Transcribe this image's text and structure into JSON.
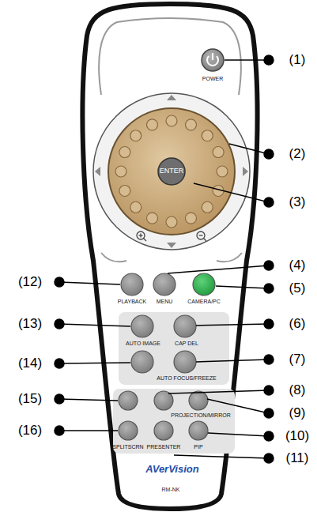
{
  "diagram": {
    "labels": [
      "POWER",
      "ENTER",
      "PLAYBACK",
      "MENU",
      "CAMERA/PC",
      "AUTO IMAGE",
      "CAP DEL",
      "AUTO FOCUS/FREEZE",
      "PROJECTION/MIRROR",
      "SPLITSCRN",
      "PRESENTER",
      "PIP",
      "AVerVision",
      "RM-NK",
      "(1)",
      "(2)",
      "(3)",
      "(4)",
      "(5)",
      "(6)",
      "(7)",
      "(8)",
      "(9)",
      "(10)",
      "(11)",
      "(12)",
      "(13)",
      "(14)",
      "(15)",
      "(16)"
    ]
  }
}
